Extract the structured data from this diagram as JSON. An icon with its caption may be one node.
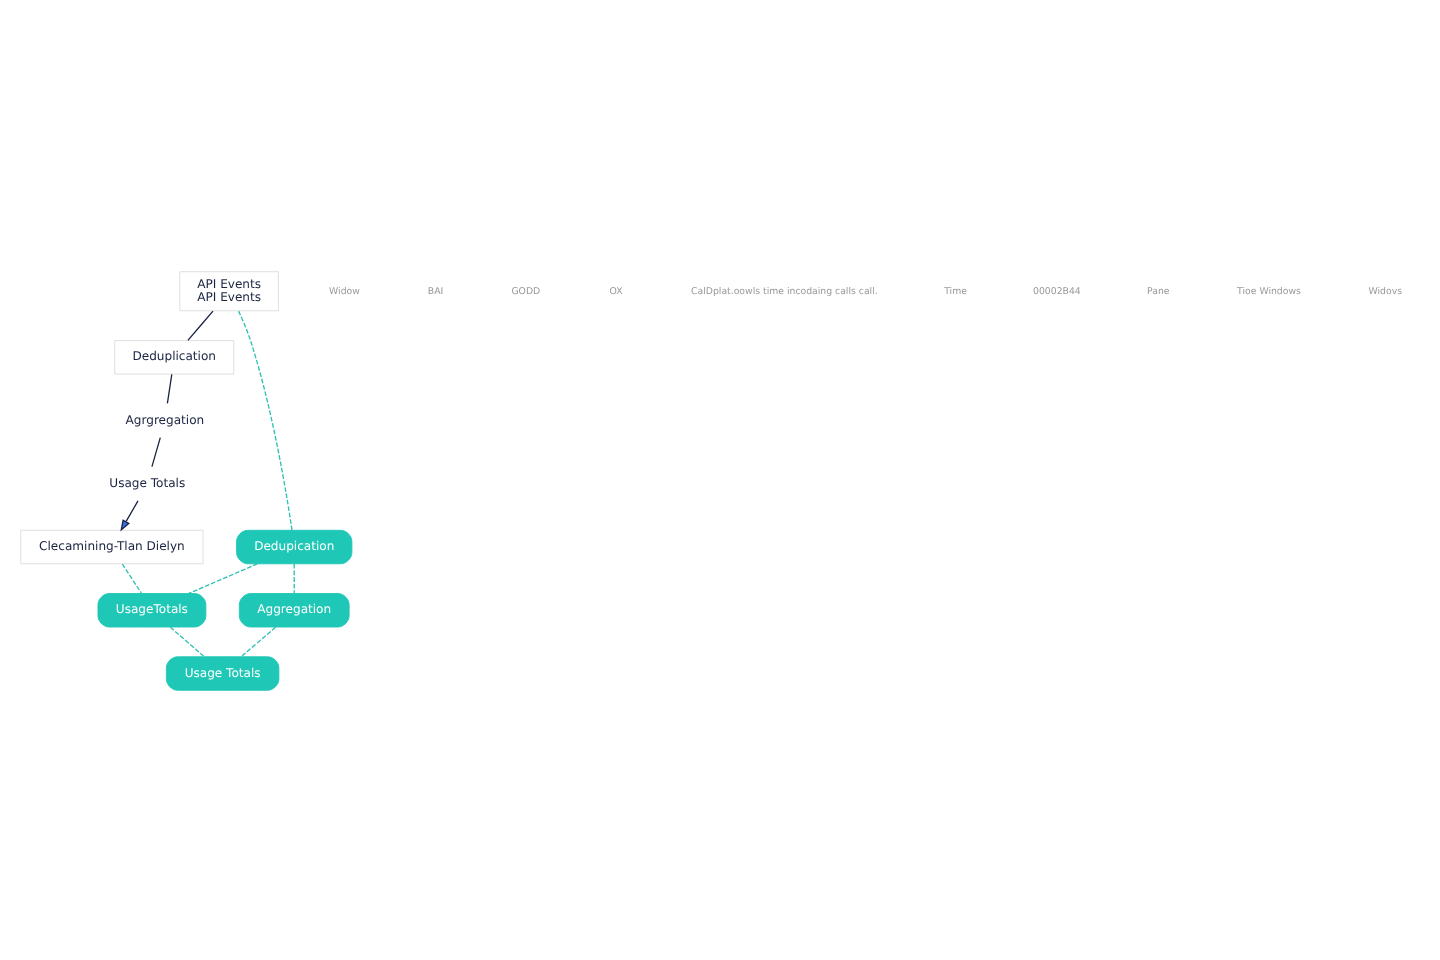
{
  "diagram": {
    "nodes": [
      {
        "text": [
          "API Events",
          "API Events"
        ]
      },
      {
        "text": [
          "Deduplication"
        ]
      },
      {
        "text": [
          "Agrgregation"
        ]
      },
      {
        "text": [
          "Usage Totals"
        ]
      },
      {
        "text": [
          "Clecamining-Tlan Dielyn"
        ]
      },
      {
        "text": [
          "Dedupication"
        ]
      },
      {
        "text": [
          "Aggregation"
        ]
      },
      {
        "text": [
          "UsageTotals"
        ]
      },
      {
        "text": [
          "Usage Totals"
        ]
      }
    ],
    "edges": [
      {
        "from": 0,
        "to": 1,
        "arrow": "none",
        "color": "#1a2340"
      },
      {
        "from": 1,
        "to": 2,
        "arrow": "none",
        "color": "#1a2340"
      },
      {
        "from": 2,
        "to": 3,
        "arrow": "none",
        "color": "#1a2340"
      },
      {
        "from": 3,
        "to": 4,
        "arrow": "to",
        "color": "#1a2340"
      },
      {
        "from": 0,
        "to": 5,
        "arrow": "none",
        "style": "dashed"
      },
      {
        "from": 5,
        "to": 6,
        "arrow": "none",
        "style": "dashed"
      },
      {
        "from": 5,
        "to": 7,
        "arrow": "none",
        "style": "dashed"
      },
      {
        "from": 6,
        "to": 8,
        "arrow": "none",
        "style": "dashed"
      },
      {
        "from": 7,
        "to": 8,
        "arrow": "none",
        "style": "dashed"
      },
      {
        "from": 4,
        "to": 7,
        "arrow": "none",
        "style": "dashed"
      }
    ],
    "labels": [
      "Widow",
      "BAI",
      "GODD",
      "OX",
      "CalDplat.oowls time incodaing calls call.",
      "Time",
      "00002B44",
      "Pane",
      "Tioe Windows",
      "Widovs"
    ]
  }
}
